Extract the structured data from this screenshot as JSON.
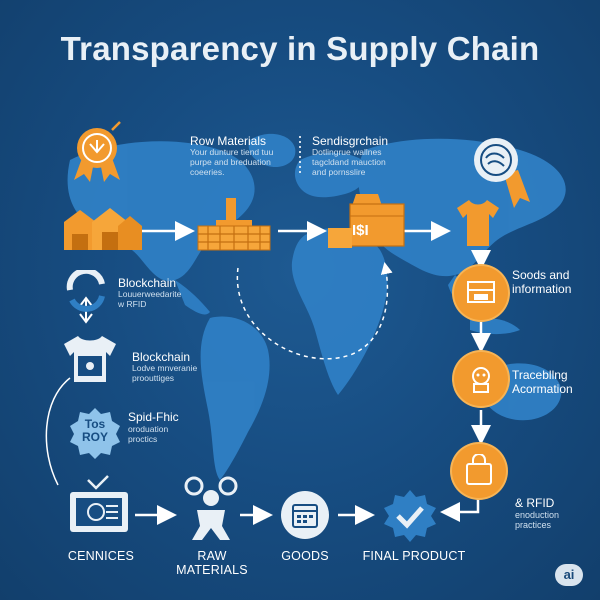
{
  "title": "Transparency in Supply Chain",
  "top_row": {
    "raw_materials": {
      "label": "Row Materials",
      "desc": [
        "Your dunture tiend tuu",
        "purpe and breduation",
        "coeeries."
      ]
    },
    "sendis": {
      "label": "Sendisgrchain",
      "desc": [
        "Dotlingrue wallnes",
        "tagcldand mauction",
        "and pornsslire"
      ]
    }
  },
  "left_column": {
    "blockchain1": {
      "label": "Blockchain",
      "desc": [
        "Louuerweedarite",
        "w RFID"
      ]
    },
    "blockchain2": {
      "label": "Blockchain",
      "desc": [
        "Lodve mnveranie",
        "proouttiges"
      ]
    },
    "spid": {
      "label": "Spid-Fhic",
      "desc": [
        "oroduation",
        "proctics"
      ],
      "badge": "Tos\nROY"
    }
  },
  "right_column": {
    "goods_info": {
      "label": [
        "Soods and",
        "information"
      ]
    },
    "traceability": {
      "label": [
        "Tracebllng",
        "Acormation"
      ]
    },
    "rfid": {
      "label": "& RFID",
      "desc": [
        "enoduction",
        "practices"
      ]
    }
  },
  "bottom_row": [
    "CENNICES",
    "RAW MATERIALS",
    "GOODS",
    "FINAL PRODUCT"
  ],
  "price_box": "I$I",
  "badge": "ai",
  "colors": {
    "background": "#174d82",
    "map": "#2f7fc4",
    "accent": "#f29a2e",
    "light": "#e9f0f6"
  }
}
